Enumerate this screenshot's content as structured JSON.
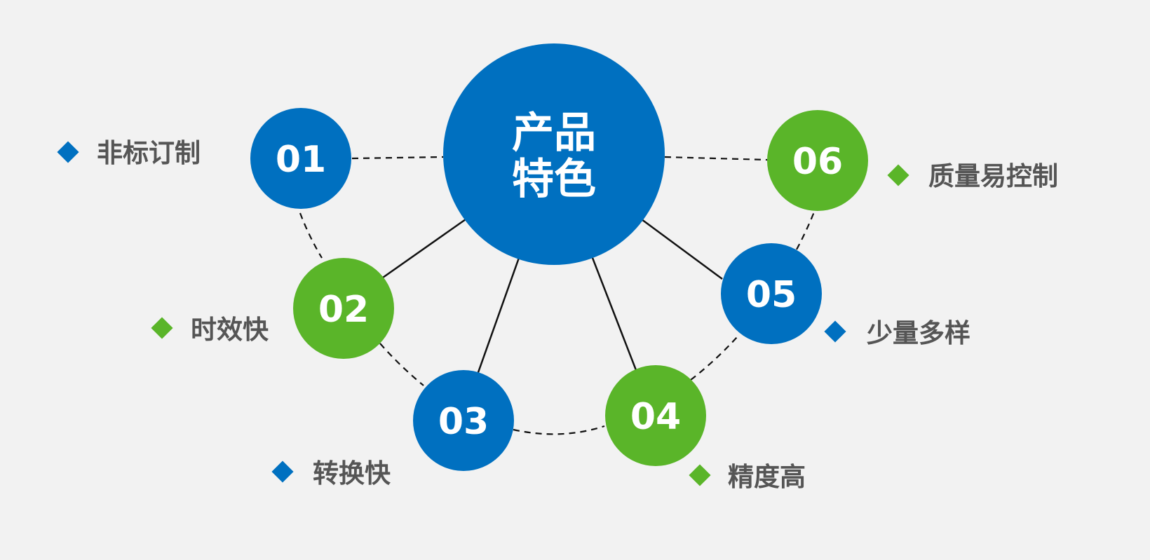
{
  "colors": {
    "blue": "#0070c0",
    "green": "#5ab529",
    "text": "#555555",
    "background": "#f2f2f2"
  },
  "center": {
    "line1": "产品",
    "line2": "特色",
    "color": "#0070c0"
  },
  "features": [
    {
      "number": "01",
      "label": "非标订制",
      "color": "#0070c0"
    },
    {
      "number": "02",
      "label": "时效快",
      "color": "#5ab529"
    },
    {
      "number": "03",
      "label": "转换快",
      "color": "#0070c0"
    },
    {
      "number": "04",
      "label": "精度高",
      "color": "#5ab529"
    },
    {
      "number": "05",
      "label": "少量多样",
      "color": "#0070c0"
    },
    {
      "number": "06",
      "label": "质量易控制",
      "color": "#5ab529"
    }
  ]
}
